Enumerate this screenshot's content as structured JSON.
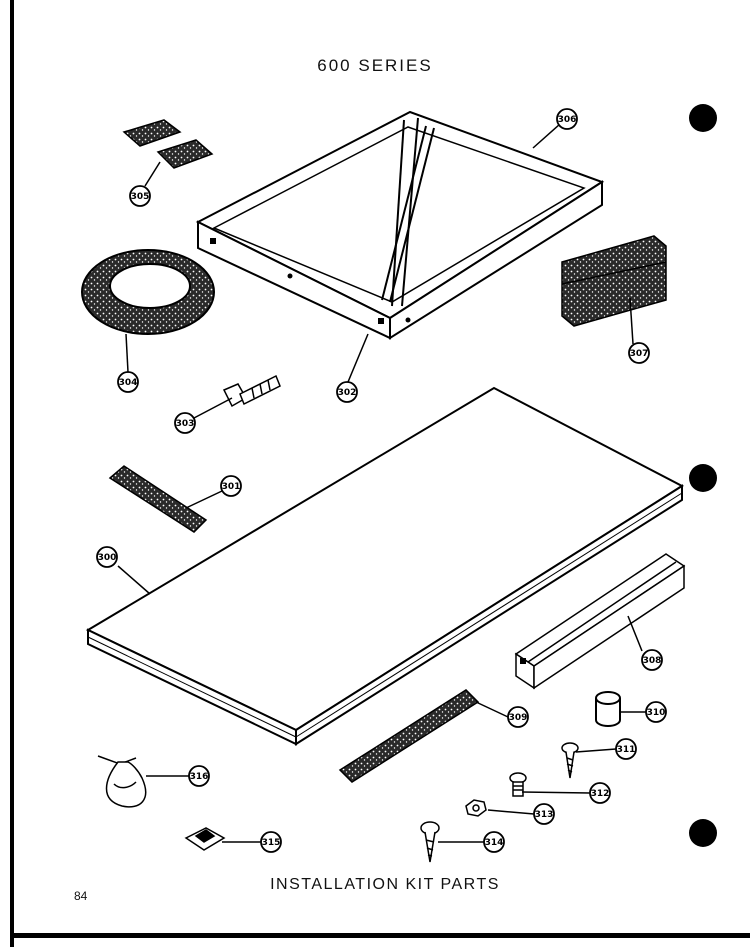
{
  "title": "600 SERIES",
  "caption": "INSTALLATION KIT PARTS",
  "page_number": "84",
  "parts": [
    {
      "id": "p300",
      "label": "300",
      "name": "panel"
    },
    {
      "id": "p301",
      "label": "301",
      "name": "foam-strip"
    },
    {
      "id": "p302",
      "label": "302",
      "name": "frame-side"
    },
    {
      "id": "p303",
      "label": "303",
      "name": "bolt"
    },
    {
      "id": "p304",
      "label": "304",
      "name": "foam-roll"
    },
    {
      "id": "p305",
      "label": "305",
      "name": "foam-pads"
    },
    {
      "id": "p306",
      "label": "306",
      "name": "frame"
    },
    {
      "id": "p307",
      "label": "307",
      "name": "foam-block"
    },
    {
      "id": "p308",
      "label": "308",
      "name": "channel"
    },
    {
      "id": "p309",
      "label": "309",
      "name": "seal-strip"
    },
    {
      "id": "p310",
      "label": "310",
      "name": "spacer"
    },
    {
      "id": "p311",
      "label": "311",
      "name": "screw"
    },
    {
      "id": "p312",
      "label": "312",
      "name": "machine-screw"
    },
    {
      "id": "p313",
      "label": "313",
      "name": "nut"
    },
    {
      "id": "p314",
      "label": "314",
      "name": "screw"
    },
    {
      "id": "p315",
      "label": "315",
      "name": "clip"
    },
    {
      "id": "p316",
      "label": "316",
      "name": "parts-bag"
    }
  ]
}
